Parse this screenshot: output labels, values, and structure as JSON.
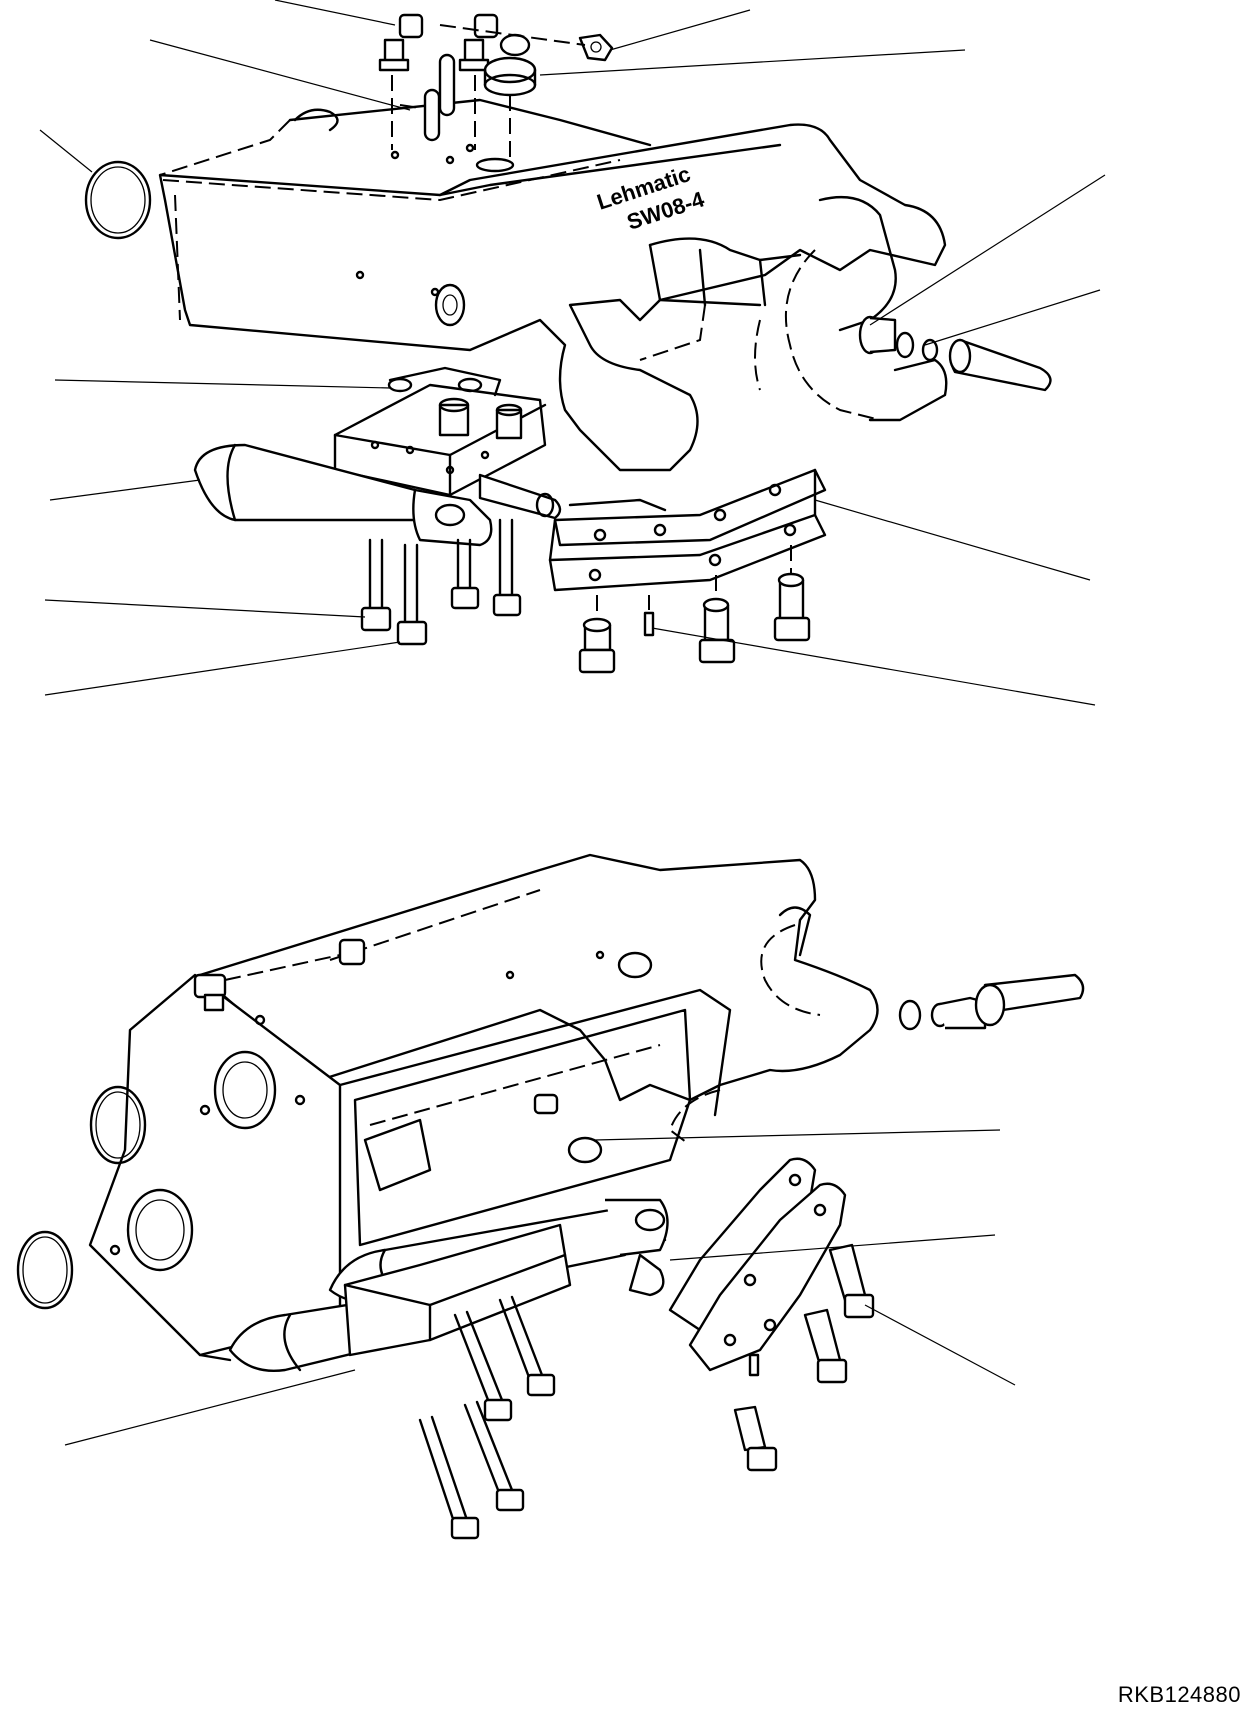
{
  "figure": {
    "brand_text": "Lehmatic",
    "model_text": "SW08-4",
    "reference_code": "RKB124880"
  },
  "callouts": {
    "top_view": [
      {
        "end": [
          395,
          25
        ]
      },
      {
        "end": [
          545,
          55
        ]
      },
      {
        "end": [
          490,
          75
        ]
      },
      {
        "end": [
          420,
          110
        ]
      },
      {
        "end": [
          95,
          175
        ]
      },
      {
        "end": [
          845,
          315
        ]
      },
      {
        "end": [
          920,
          335
        ]
      },
      {
        "end": [
          390,
          385
        ]
      },
      {
        "end": [
          200,
          480
        ]
      },
      {
        "end": [
          815,
          500
        ]
      },
      {
        "end": [
          365,
          615
        ]
      },
      {
        "end": [
          400,
          640
        ]
      },
      {
        "end": [
          640,
          625
        ]
      }
    ],
    "bottom_view": [
      {
        "end": [
          570,
          1140
        ]
      },
      {
        "end": [
          670,
          1210
        ]
      },
      {
        "end": [
          855,
          1300
        ]
      },
      {
        "end": [
          355,
          1370
        ]
      }
    ]
  }
}
